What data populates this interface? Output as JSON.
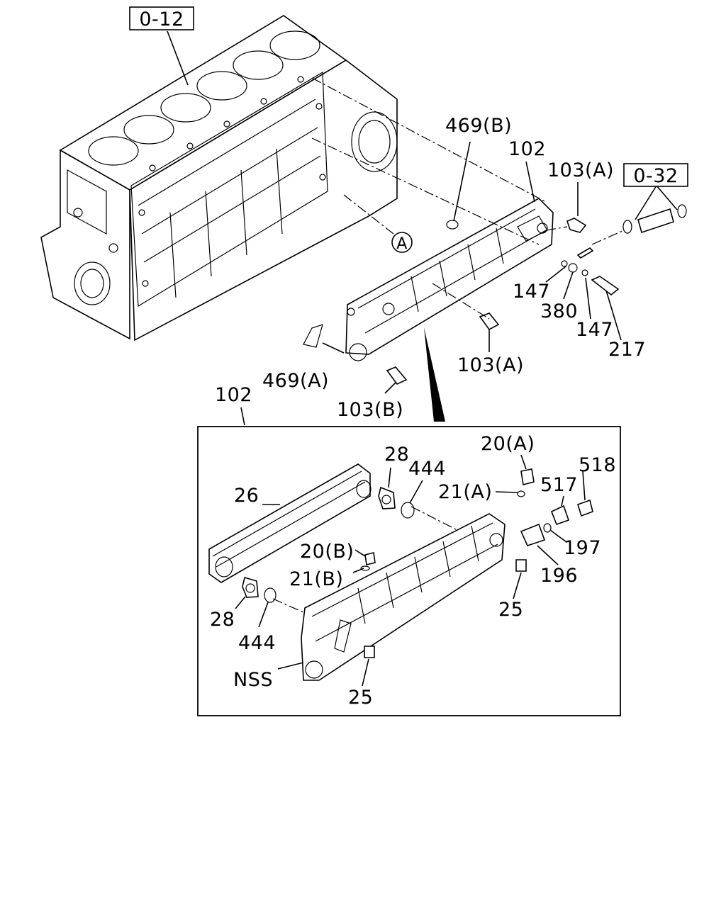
{
  "refs": {
    "ref_block": "0-12",
    "ref_hose": "0-32"
  },
  "callout_A": "A",
  "labels": {
    "p469b": "469(B)",
    "p102_top": "102",
    "p103a_top": "103(A)",
    "p147_a": "147",
    "p380": "380",
    "p147_b": "147",
    "p217": "217",
    "p103a_mid": "103(A)",
    "p469a": "469(A)",
    "p103b": "103(B)",
    "p102_box": "102",
    "p28_top": "28",
    "p444_top": "444",
    "p20a": "20(A)",
    "p518": "518",
    "p26": "26",
    "p21a": "21(A)",
    "p517": "517",
    "p20b": "20(B)",
    "p197": "197",
    "p21b": "21(B)",
    "p196": "196",
    "p25_right": "25",
    "p28_bottom": "28",
    "p444_bottom": "444",
    "nss": "NSS",
    "p25_bottom": "25"
  }
}
